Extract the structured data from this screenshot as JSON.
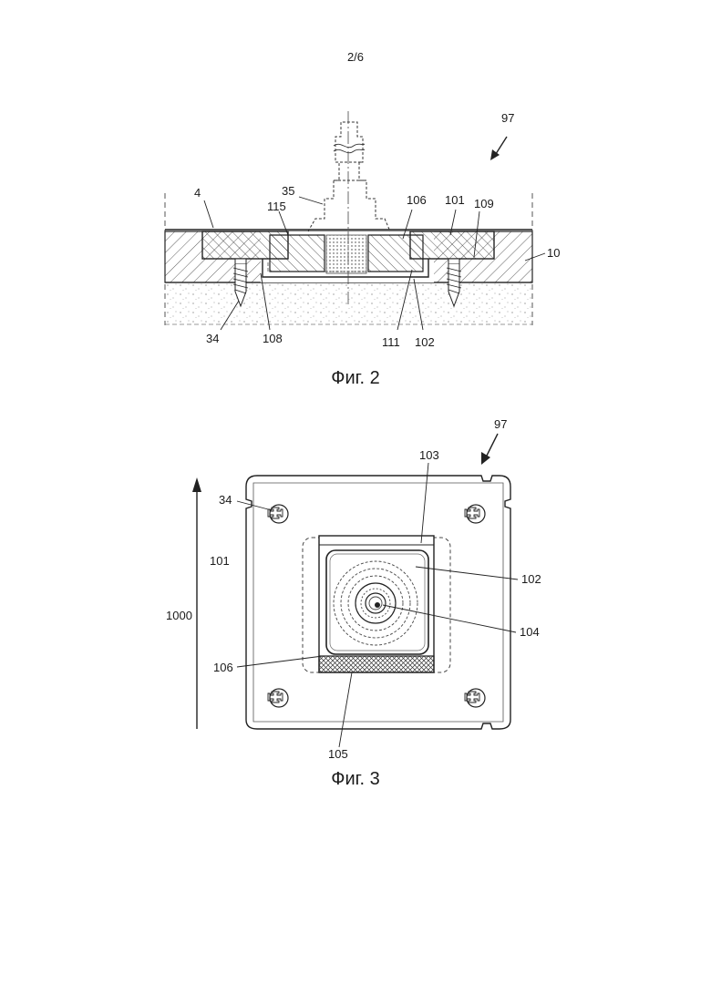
{
  "page": {
    "number": "2/6"
  },
  "fig2": {
    "caption": "Фиг. 2",
    "labels": {
      "assembly": "97",
      "floor_surface": "4",
      "fitting": "35",
      "lip": "115",
      "ring_insert": "106",
      "plate": "101",
      "screw_hole": "109",
      "floor": "10",
      "screw": "34",
      "gap": "108",
      "recess": "111",
      "cup": "102"
    }
  },
  "fig3": {
    "caption": "Фиг. 3",
    "labels": {
      "assembly": "97",
      "frame": "103",
      "screw": "34",
      "plate": "101",
      "cup": "102",
      "direction": "1000",
      "hub": "104",
      "ring_insert": "106",
      "strip": "105"
    }
  }
}
